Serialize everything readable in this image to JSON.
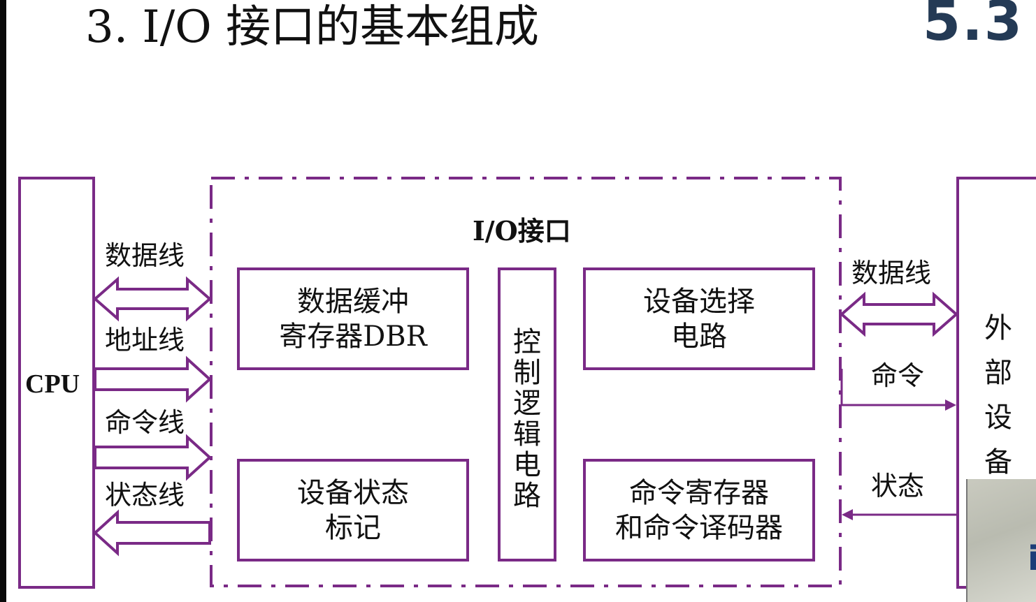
{
  "title": "3. I/O 接口的基本组成",
  "section_number": "5.3",
  "cpu_label": "CPU",
  "io_interface_label": "I/O接口",
  "left_signals": {
    "data_line": "数据线",
    "address_line": "地址线",
    "command_line": "命令线",
    "status_line": "状态线"
  },
  "right_signals": {
    "data_line": "数据线",
    "command": "命令",
    "status": "状态"
  },
  "boxes": {
    "data_buffer": [
      "数据缓冲",
      "寄存器DBR"
    ],
    "device_status": [
      "设备状态",
      "标记"
    ],
    "control_logic": [
      "控",
      "制",
      "逻",
      "辑",
      "电",
      "路"
    ],
    "device_select": [
      "设备选择",
      "电路"
    ],
    "command_register": [
      "命令寄存器",
      "和命令译码器"
    ]
  },
  "external_device": [
    "外",
    "部",
    "设",
    "备"
  ],
  "colors": {
    "accent": "#7a2a86",
    "section_number": "#243a55"
  }
}
